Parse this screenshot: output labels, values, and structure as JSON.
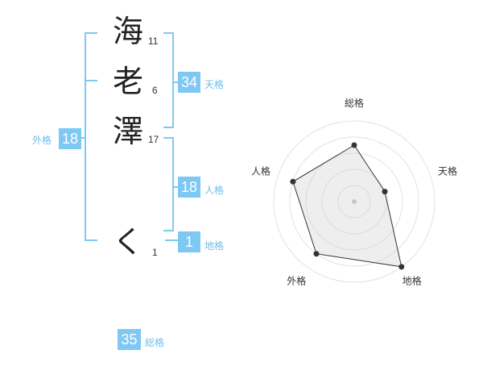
{
  "name": {
    "chars": [
      {
        "char": "海",
        "strokes": "11"
      },
      {
        "char": "老",
        "strokes": "6"
      },
      {
        "char": "澤",
        "strokes": "17"
      },
      {
        "char": "く",
        "strokes": "1"
      }
    ]
  },
  "fortune": {
    "tenkaku": {
      "value": "34",
      "label": "天格"
    },
    "jinkaku": {
      "value": "18",
      "label": "人格"
    },
    "chikaku": {
      "value": "1",
      "label": "地格"
    },
    "gaikaku": {
      "value": "18",
      "label": "外格"
    },
    "soukaku": {
      "value": "35",
      "label": "総格"
    }
  },
  "colors": {
    "accent": "#7ec8f4",
    "text": "#222222",
    "radar_fill": "#eeeeee"
  },
  "chart_data": {
    "type": "radar",
    "axes": [
      "総格",
      "天格",
      "地格",
      "外格",
      "人格"
    ],
    "series": [
      {
        "values": [
          3.5,
          2,
          5,
          4,
          4
        ]
      }
    ],
    "rmax": 5,
    "rings": 5
  }
}
